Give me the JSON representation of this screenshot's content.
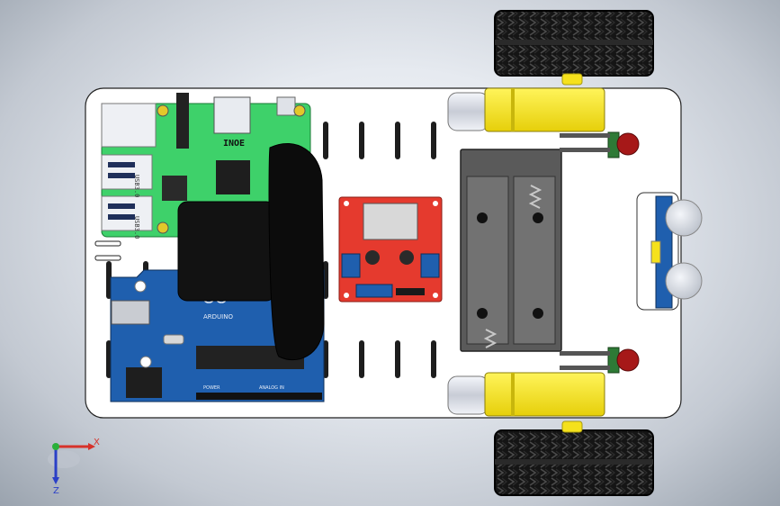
{
  "scene": {
    "title": "",
    "colors": {
      "chassis": "#ffffff",
      "raspberry_pi": "#3ed16a",
      "arduino": "#1f5fae",
      "motor_driver": "#e53a2e",
      "motor": "#f5e11c",
      "battery": "#5a5a5a",
      "wheel": "#1a1a1a"
    }
  },
  "raspberry_pi": {
    "logo_text": "INOE",
    "usb_label_1": "USB3.0",
    "usb_label_2": "USB3.0"
  },
  "arduino": {
    "logo_text": "ARDUINO",
    "header_text_1": "POWER",
    "header_text_2": "ANALOG IN"
  },
  "axis": {
    "x_label": "X",
    "z_label": "Z"
  }
}
